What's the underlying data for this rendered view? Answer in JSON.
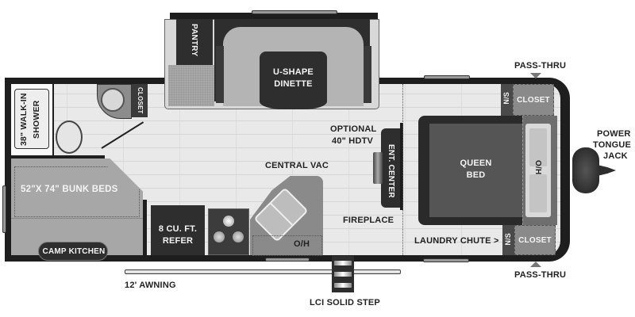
{
  "floorplan": {
    "rooms": {
      "shower": "38\" WALK-IN SHOWER",
      "shower_line1": "38\" WALK-IN",
      "shower_line2": "SHOWER",
      "bath_closet": "CLOSET",
      "pantry": "PANTRY",
      "dinette_line1": "U-SHAPE",
      "dinette_line2": "DINETTE",
      "bunk_beds": "52\"X 74\" BUNK BEDS",
      "camp_kitchen": "CAMP KITCHEN",
      "refer_line1": "8 CU. FT.",
      "refer_line2": "REFER",
      "central_vac": "CENTRAL VAC",
      "sink_overhead": "O/H",
      "tv_line1": "OPTIONAL",
      "tv_line2": "40\" HDTV",
      "ent_center": "ENT. CENTER",
      "fireplace": "FIREPLACE",
      "queen_bed_line1": "QUEEN",
      "queen_bed_line2": "BED",
      "bed_overhead": "O/H",
      "nightstand_top": "N/S",
      "closet_top": "CLOSET",
      "nightstand_bottom": "N/S",
      "closet_bottom": "CLOSET",
      "laundry_chute": "LAUNDRY CHUTE >"
    },
    "exterior": {
      "pass_thru_top": "PASS-THRU",
      "pass_thru_bottom": "PASS-THRU",
      "tongue_jack_line1": "POWER",
      "tongue_jack_line2": "TONGUE",
      "tongue_jack_line3": "JACK",
      "awning": "12' AWNING",
      "step": "LCI SOLID STEP"
    },
    "colors": {
      "wall": "#1e1e1e",
      "floor": "#e9e9e9",
      "dark_fixture": "#2b2b2b",
      "mid_gray": "#8a8a8a",
      "light_gray": "#b5b5b5"
    }
  }
}
